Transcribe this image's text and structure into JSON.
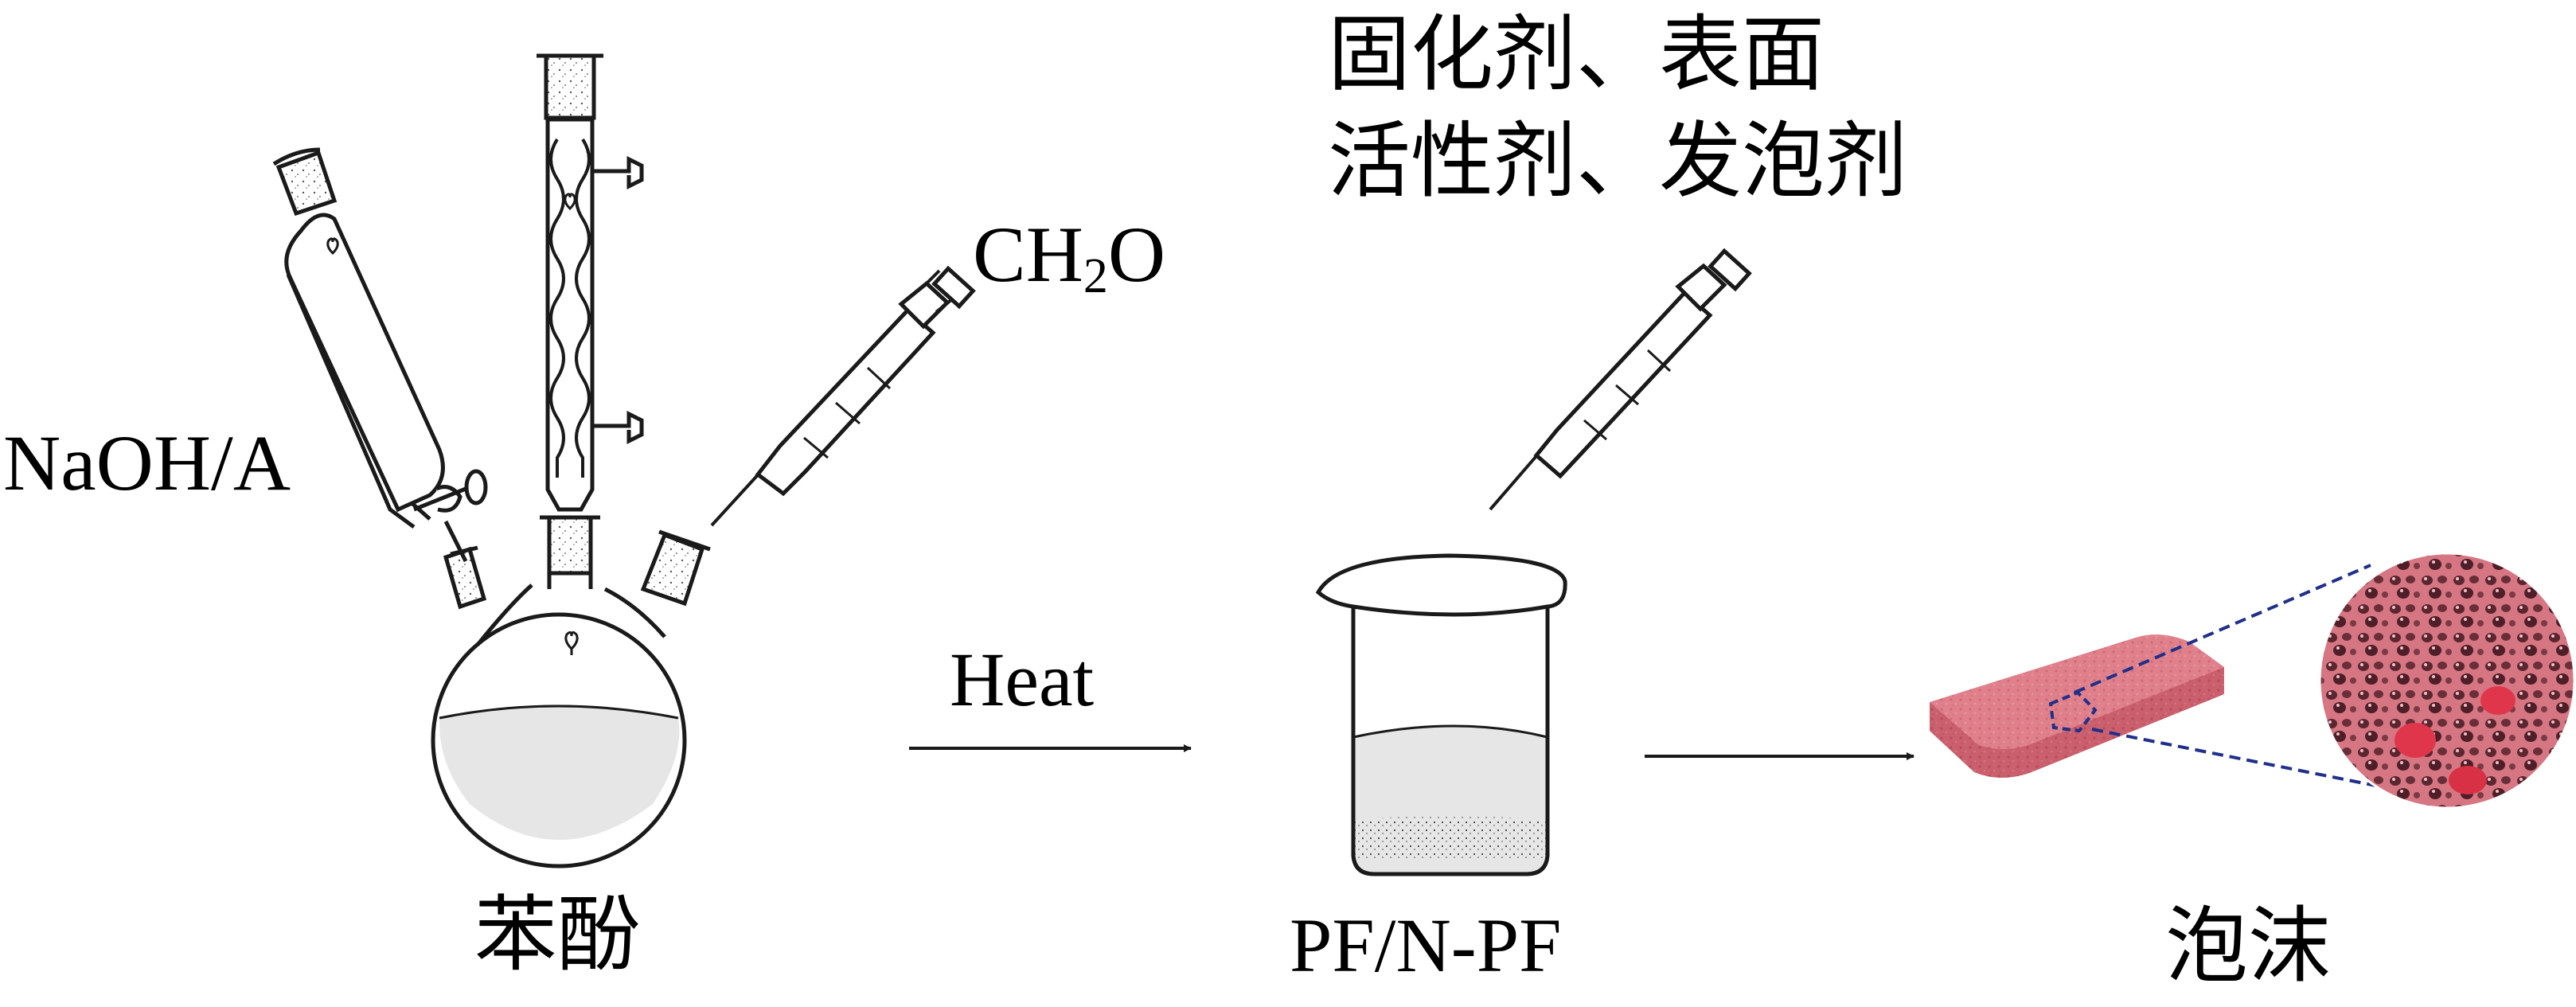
{
  "labels": {
    "naoh": "NaOH/A",
    "ch2o_main": "CH",
    "ch2o_sub": "2",
    "ch2o_end": "O",
    "heat": "Heat",
    "phenol": "苯酚",
    "pf": "PF/N-PF",
    "foam": "泡沫",
    "additives_line1": "固化剂、表面",
    "additives_line2": "活性剂、发泡剂"
  },
  "colors": {
    "line": "#1a1a1a",
    "liquid": "#e2e2e2",
    "foam": "#d9707c",
    "foam_dark": "#a83848",
    "zoom_outline": "#1f2f8a"
  }
}
